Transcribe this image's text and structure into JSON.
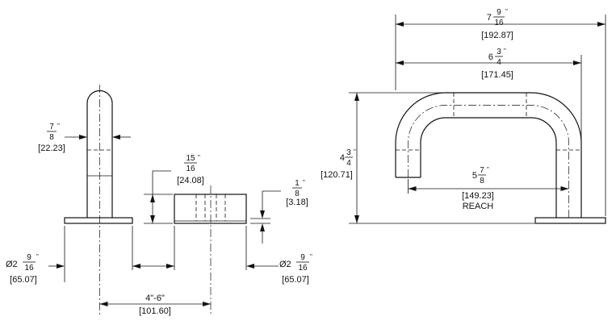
{
  "dimensions": {
    "tube_dia": {
      "num": "7",
      "den": "8",
      "unit": "\"",
      "mm": "[22.23]"
    },
    "height_pad": {
      "num": "15",
      "den": "16",
      "unit": "\"",
      "mm": "[24.08]"
    },
    "pad_thick": {
      "num": "1",
      "den": "8",
      "unit": "\"",
      "mm": "[3.18]"
    },
    "flange_left": {
      "prefix": "Ø2",
      "num": "9",
      "den": "16",
      "unit": "\"",
      "mm": "[65.07]"
    },
    "flange_right": {
      "prefix": "Ø2",
      "num": "9",
      "den": "16",
      "unit": "\"",
      "mm": "[65.07]"
    },
    "spread": {
      "text": "4\"-6\"",
      "mm": "[101.60]"
    },
    "overall_len": {
      "whole": "7",
      "num": "9",
      "den": "16",
      "unit": "\"",
      "mm": "[192.87]"
    },
    "center_len": {
      "whole": "6",
      "num": "3",
      "den": "4",
      "unit": "\"",
      "mm": "[171.45]"
    },
    "height": {
      "whole": "4",
      "num": "3",
      "den": "4",
      "unit": "\"",
      "mm": "[120.71]"
    },
    "reach": {
      "whole": "5",
      "num": "7",
      "den": "8",
      "unit": "\"",
      "mm": "[149.23]",
      "label": "REACH"
    }
  }
}
